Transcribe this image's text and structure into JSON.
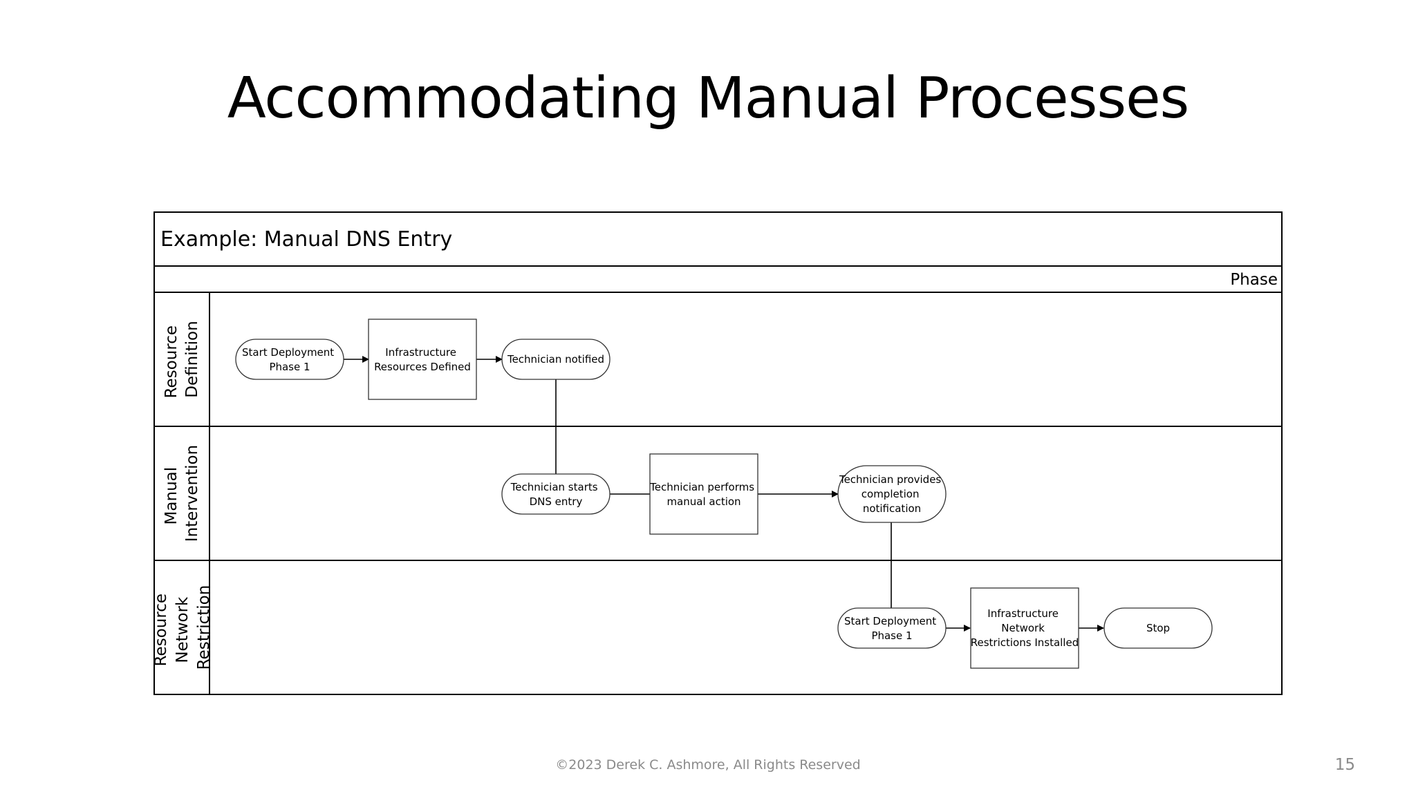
{
  "slide": {
    "title": "Accommodating Manual Processes",
    "footer": "©2023 Derek C. Ashmore, All Rights Reserved",
    "page_number": "15"
  },
  "diagram": {
    "title": "Example:  Manual DNS Entry",
    "phase_label": "Phase",
    "lanes": [
      {
        "id": "resource-definition",
        "lines": [
          "Resource",
          "Definition"
        ]
      },
      {
        "id": "manual-intervention",
        "lines": [
          "Manual",
          "Intervention"
        ]
      },
      {
        "id": "resource-network-restriction",
        "lines": [
          "Resource",
          "Network",
          "Restriction"
        ]
      }
    ],
    "nodes": [
      {
        "id": "start-deployment-phase1-a",
        "shape": "terminator",
        "lines": [
          "Start Deployment",
          "Phase 1"
        ]
      },
      {
        "id": "infrastructure-resources-defined",
        "shape": "process",
        "lines": [
          "Infrastructure",
          "Resources Defined"
        ]
      },
      {
        "id": "technician-notified",
        "shape": "terminator",
        "lines": [
          "Technician notified"
        ]
      },
      {
        "id": "technician-starts-dns-entry",
        "shape": "terminator",
        "lines": [
          "Technician starts",
          "DNS entry"
        ]
      },
      {
        "id": "technician-performs-manual-action",
        "shape": "process",
        "lines": [
          "Technician performs",
          "manual action"
        ]
      },
      {
        "id": "technician-provides-completion-notification",
        "shape": "terminator",
        "lines": [
          "Technician provides",
          "completion",
          "notification"
        ]
      },
      {
        "id": "start-deployment-phase1-b",
        "shape": "terminator",
        "lines": [
          "Start Deployment",
          "Phase 1"
        ]
      },
      {
        "id": "infrastructure-network-restrictions-installed",
        "shape": "process",
        "lines": [
          "Infrastructure",
          "Network",
          "Restrictions Installed"
        ]
      },
      {
        "id": "stop",
        "shape": "terminator",
        "lines": [
          "Stop"
        ]
      }
    ],
    "edges": [
      {
        "from": "start-deployment-phase1-a",
        "to": "infrastructure-resources-defined",
        "arrow": true
      },
      {
        "from": "infrastructure-resources-defined",
        "to": "technician-notified",
        "arrow": true
      },
      {
        "from": "technician-notified",
        "to": "technician-starts-dns-entry",
        "arrow": false
      },
      {
        "from": "technician-starts-dns-entry",
        "to": "technician-performs-manual-action",
        "arrow": false
      },
      {
        "from": "technician-performs-manual-action",
        "to": "technician-provides-completion-notification",
        "arrow": true
      },
      {
        "from": "technician-provides-completion-notification",
        "to": "start-deployment-phase1-b",
        "arrow": false
      },
      {
        "from": "start-deployment-phase1-b",
        "to": "infrastructure-network-restrictions-installed",
        "arrow": true
      },
      {
        "from": "infrastructure-network-restrictions-installed",
        "to": "stop",
        "arrow": true
      }
    ]
  }
}
